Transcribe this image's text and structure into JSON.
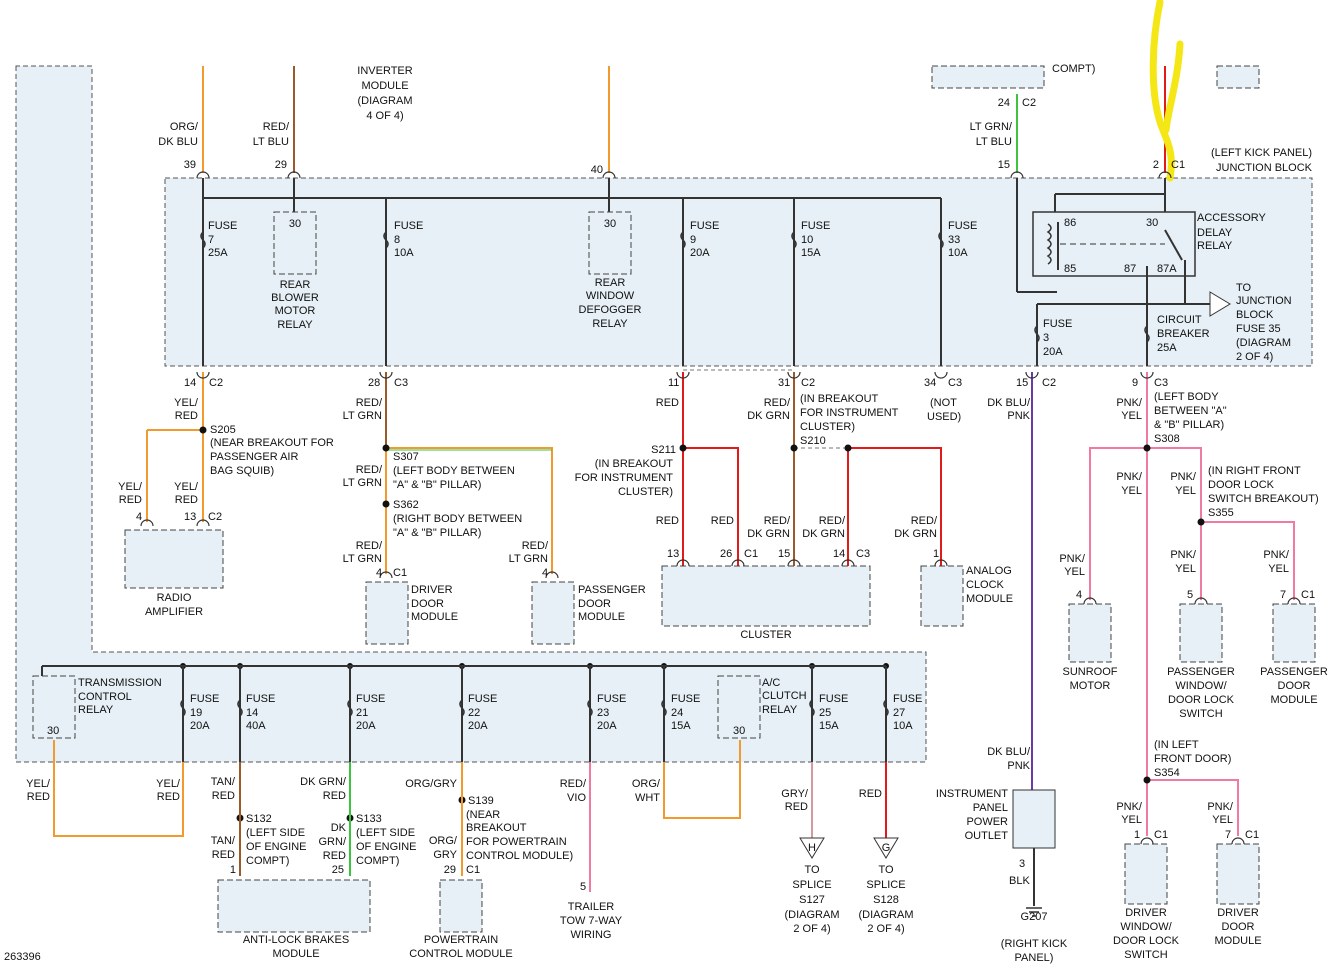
{
  "diagram_id": "263396",
  "colors": {
    "panel": "#e6f0f6",
    "orange": "#f29a2e",
    "red": "#e11a1a",
    "green": "#3cc43c",
    "purple": "#6a3aa8",
    "pink": "#f07aa0",
    "highlight": "#f5e616"
  },
  "top": {
    "inverter": [
      "INVERTER",
      "MODULE",
      "(DIAGRAM",
      "4 OF 4)"
    ],
    "compt": "COMPT)",
    "w39": [
      "ORG/",
      "DK BLU"
    ],
    "p39": "39",
    "w29": [
      "RED/",
      "LT BLU"
    ],
    "p29": "29",
    "p40": "40",
    "w15": [
      "LT GRN/",
      "LT BLU"
    ],
    "p15": "15",
    "p24": "24",
    "c24": "C2",
    "p2": "2",
    "c2": "C1"
  },
  "jb": {
    "title": [
      "(LEFT KICK PANEL)",
      "JUNCTION BLOCK"
    ],
    "f7": [
      "FUSE",
      "7",
      "25A"
    ],
    "f8": [
      "FUSE",
      "8",
      "10A"
    ],
    "f9": [
      "FUSE",
      "9",
      "20A"
    ],
    "f10": [
      "FUSE",
      "10",
      "15A"
    ],
    "f33": [
      "FUSE",
      "33",
      "10A"
    ],
    "f3": [
      "FUSE",
      "3",
      "20A"
    ],
    "rbm": [
      "REAR",
      "BLOWER",
      "MOTOR",
      "RELAY"
    ],
    "rbm_pin": "30",
    "rwd": [
      "REAR",
      "WINDOW",
      "DEFOGGER",
      "RELAY"
    ],
    "rwd_pin": "30",
    "adr": [
      "ACCESSORY",
      "DELAY",
      "RELAY"
    ],
    "adr_pins": [
      "86",
      "30",
      "85",
      "87",
      "87A"
    ],
    "cb": [
      "CIRCUIT",
      "BREAKER",
      "25A"
    ],
    "to": [
      "TO",
      "JUNCTION",
      "BLOCK",
      "FUSE 35",
      "(DIAGRAM",
      "2 OF 4)"
    ]
  },
  "lower": {
    "c14": [
      "14",
      "C2"
    ],
    "c28": [
      "28",
      "C3"
    ],
    "c11": "11",
    "c31": [
      "31",
      "C2"
    ],
    "c34": [
      "34",
      "C3"
    ],
    "c15": [
      "15",
      "C2"
    ],
    "c9": [
      "9",
      "C3"
    ],
    "yelred": [
      "YEL/",
      "RED"
    ],
    "redltgrn": [
      "RED/",
      "LT GRN"
    ],
    "red": "RED",
    "reddkgrn": [
      "RED/",
      "DK GRN"
    ],
    "dkblupnk": [
      "DK BLU/",
      "PNK"
    ],
    "pnkyel": [
      "PNK/",
      "YEL"
    ],
    "notused": [
      "(NOT",
      "USED)"
    ],
    "s205": [
      "S205",
      "(NEAR BREAKOUT FOR",
      "PASSENGER AIR",
      "BAG SQUIB)"
    ],
    "s307": [
      "S307",
      "(LEFT BODY BETWEEN",
      "\"A\" & \"B\" PILLAR)"
    ],
    "s362": [
      "S362",
      "(RIGHT BODY BETWEEN",
      "\"A\" & \"B\" PILLAR)"
    ],
    "s211": [
      "S211",
      "(IN BREAKOUT",
      "FOR INSTRUMENT",
      "CLUSTER)"
    ],
    "s210": [
      "(IN BREAKOUT",
      "FOR INSTRUMENT",
      "CLUSTER)",
      "S210"
    ],
    "s308": [
      "(LEFT BODY",
      "BETWEEN \"A\"",
      "& \"B\" PILLAR)",
      "S308"
    ],
    "s355": [
      "(IN RIGHT FRONT",
      "DOOR LOCK",
      "SWITCH BREAKOUT)",
      "S355"
    ],
    "s354": [
      "(IN LEFT",
      "FRONT DOOR)",
      "S354"
    ],
    "radio": [
      "RADIO",
      "AMPLIFIER"
    ],
    "radio_pins": [
      "4",
      "13",
      "C2"
    ],
    "ddm": [
      "DRIVER",
      "DOOR",
      "MODULE"
    ],
    "ddm_pins": [
      "4",
      "C1"
    ],
    "pdm": [
      "PASSENGER",
      "DOOR",
      "MODULE"
    ],
    "pdm_pin": "4",
    "cluster": "CLUSTER",
    "cluster_pins": [
      "13",
      "26",
      "C1",
      "15",
      "14",
      "C3"
    ],
    "acm": [
      "ANALOG",
      "CLOCK",
      "MODULE"
    ],
    "acm_pin": "1",
    "sunroof": [
      "SUNROOF",
      "MOTOR"
    ],
    "sunroof_pin": "4",
    "pwdl": [
      "PASSENGER",
      "WINDOW/",
      "DOOR LOCK",
      "SWITCH"
    ],
    "pwdl_pin": "5",
    "pdm2": [
      "PASSENGER",
      "DOOR",
      "MODULE"
    ],
    "pdm2_pins": [
      "7",
      "C1"
    ],
    "ippo": [
      "INSTRUMENT",
      "PANEL",
      "POWER",
      "OUTLET"
    ],
    "ippo_pins": [
      "3",
      "BLK"
    ],
    "g207": [
      "G207",
      "(RIGHT KICK",
      "PANEL)"
    ],
    "dwdl": [
      "DRIVER",
      "WINDOW/",
      "DOOR LOCK",
      "SWITCH"
    ],
    "dwdl_pins": [
      "1",
      "C1"
    ],
    "ddm2": [
      "DRIVER",
      "DOOR",
      "MODULE"
    ],
    "ddm2_pins": [
      "7",
      "C1"
    ]
  },
  "bottom": {
    "tcr": [
      "TRANSMISSION",
      "CONTROL",
      "RELAY"
    ],
    "tcr_pin": "30",
    "f19": [
      "FUSE",
      "19",
      "20A"
    ],
    "f14": [
      "FUSE",
      "14",
      "40A"
    ],
    "f21": [
      "FUSE",
      "21",
      "20A"
    ],
    "f22": [
      "FUSE",
      "22",
      "20A"
    ],
    "f23": [
      "FUSE",
      "23",
      "20A"
    ],
    "f24": [
      "FUSE",
      "24",
      "15A"
    ],
    "f25": [
      "FUSE",
      "25",
      "15A"
    ],
    "f27": [
      "FUSE",
      "27",
      "10A"
    ],
    "acc": [
      "A/C",
      "CLUTCH",
      "RELAY"
    ],
    "acc_pin": "30",
    "yr": [
      "YEL/",
      "RED"
    ],
    "tanred": [
      "TAN/",
      "RED"
    ],
    "dkgrnred": [
      "DK GRN/",
      "RED"
    ],
    "dkgrnred3": [
      "DK",
      "GRN/",
      "RED"
    ],
    "orggry": [
      "ORG/GRY"
    ],
    "orggry2": [
      "ORG/",
      "GRY"
    ],
    "redvio": [
      "RED/",
      "VIO"
    ],
    "orgwht": [
      "ORG/",
      "WHT"
    ],
    "gryred": [
      "GRY/",
      "RED"
    ],
    "red": "RED",
    "s132": [
      "S132",
      "(LEFT SIDE",
      "OF ENGINE",
      "COMPT)"
    ],
    "s133": [
      "S133",
      "(LEFT SIDE",
      "OF ENGINE",
      "COMPT)"
    ],
    "s139": [
      "S139",
      "(NEAR",
      "BREAKOUT",
      "FOR POWERTRAIN",
      "CONTROL MODULE)"
    ],
    "abm": [
      "ANTI-LOCK BRAKES",
      "MODULE"
    ],
    "abm_pins": [
      "1",
      "25"
    ],
    "pcm": [
      "POWERTRAIN",
      "CONTROL MODULE"
    ],
    "pcm_pins": [
      "29",
      "C1"
    ],
    "ttw": [
      "5",
      "TRAILER",
      "TOW 7-WAY",
      "WIRING"
    ],
    "spH": [
      "H",
      "TO",
      "SPLICE",
      "S127",
      "(DIAGRAM",
      "2 OF 4)"
    ],
    "spG": [
      "G",
      "TO",
      "SPLICE",
      "S128",
      "(DIAGRAM",
      "2 OF 4)"
    ]
  }
}
